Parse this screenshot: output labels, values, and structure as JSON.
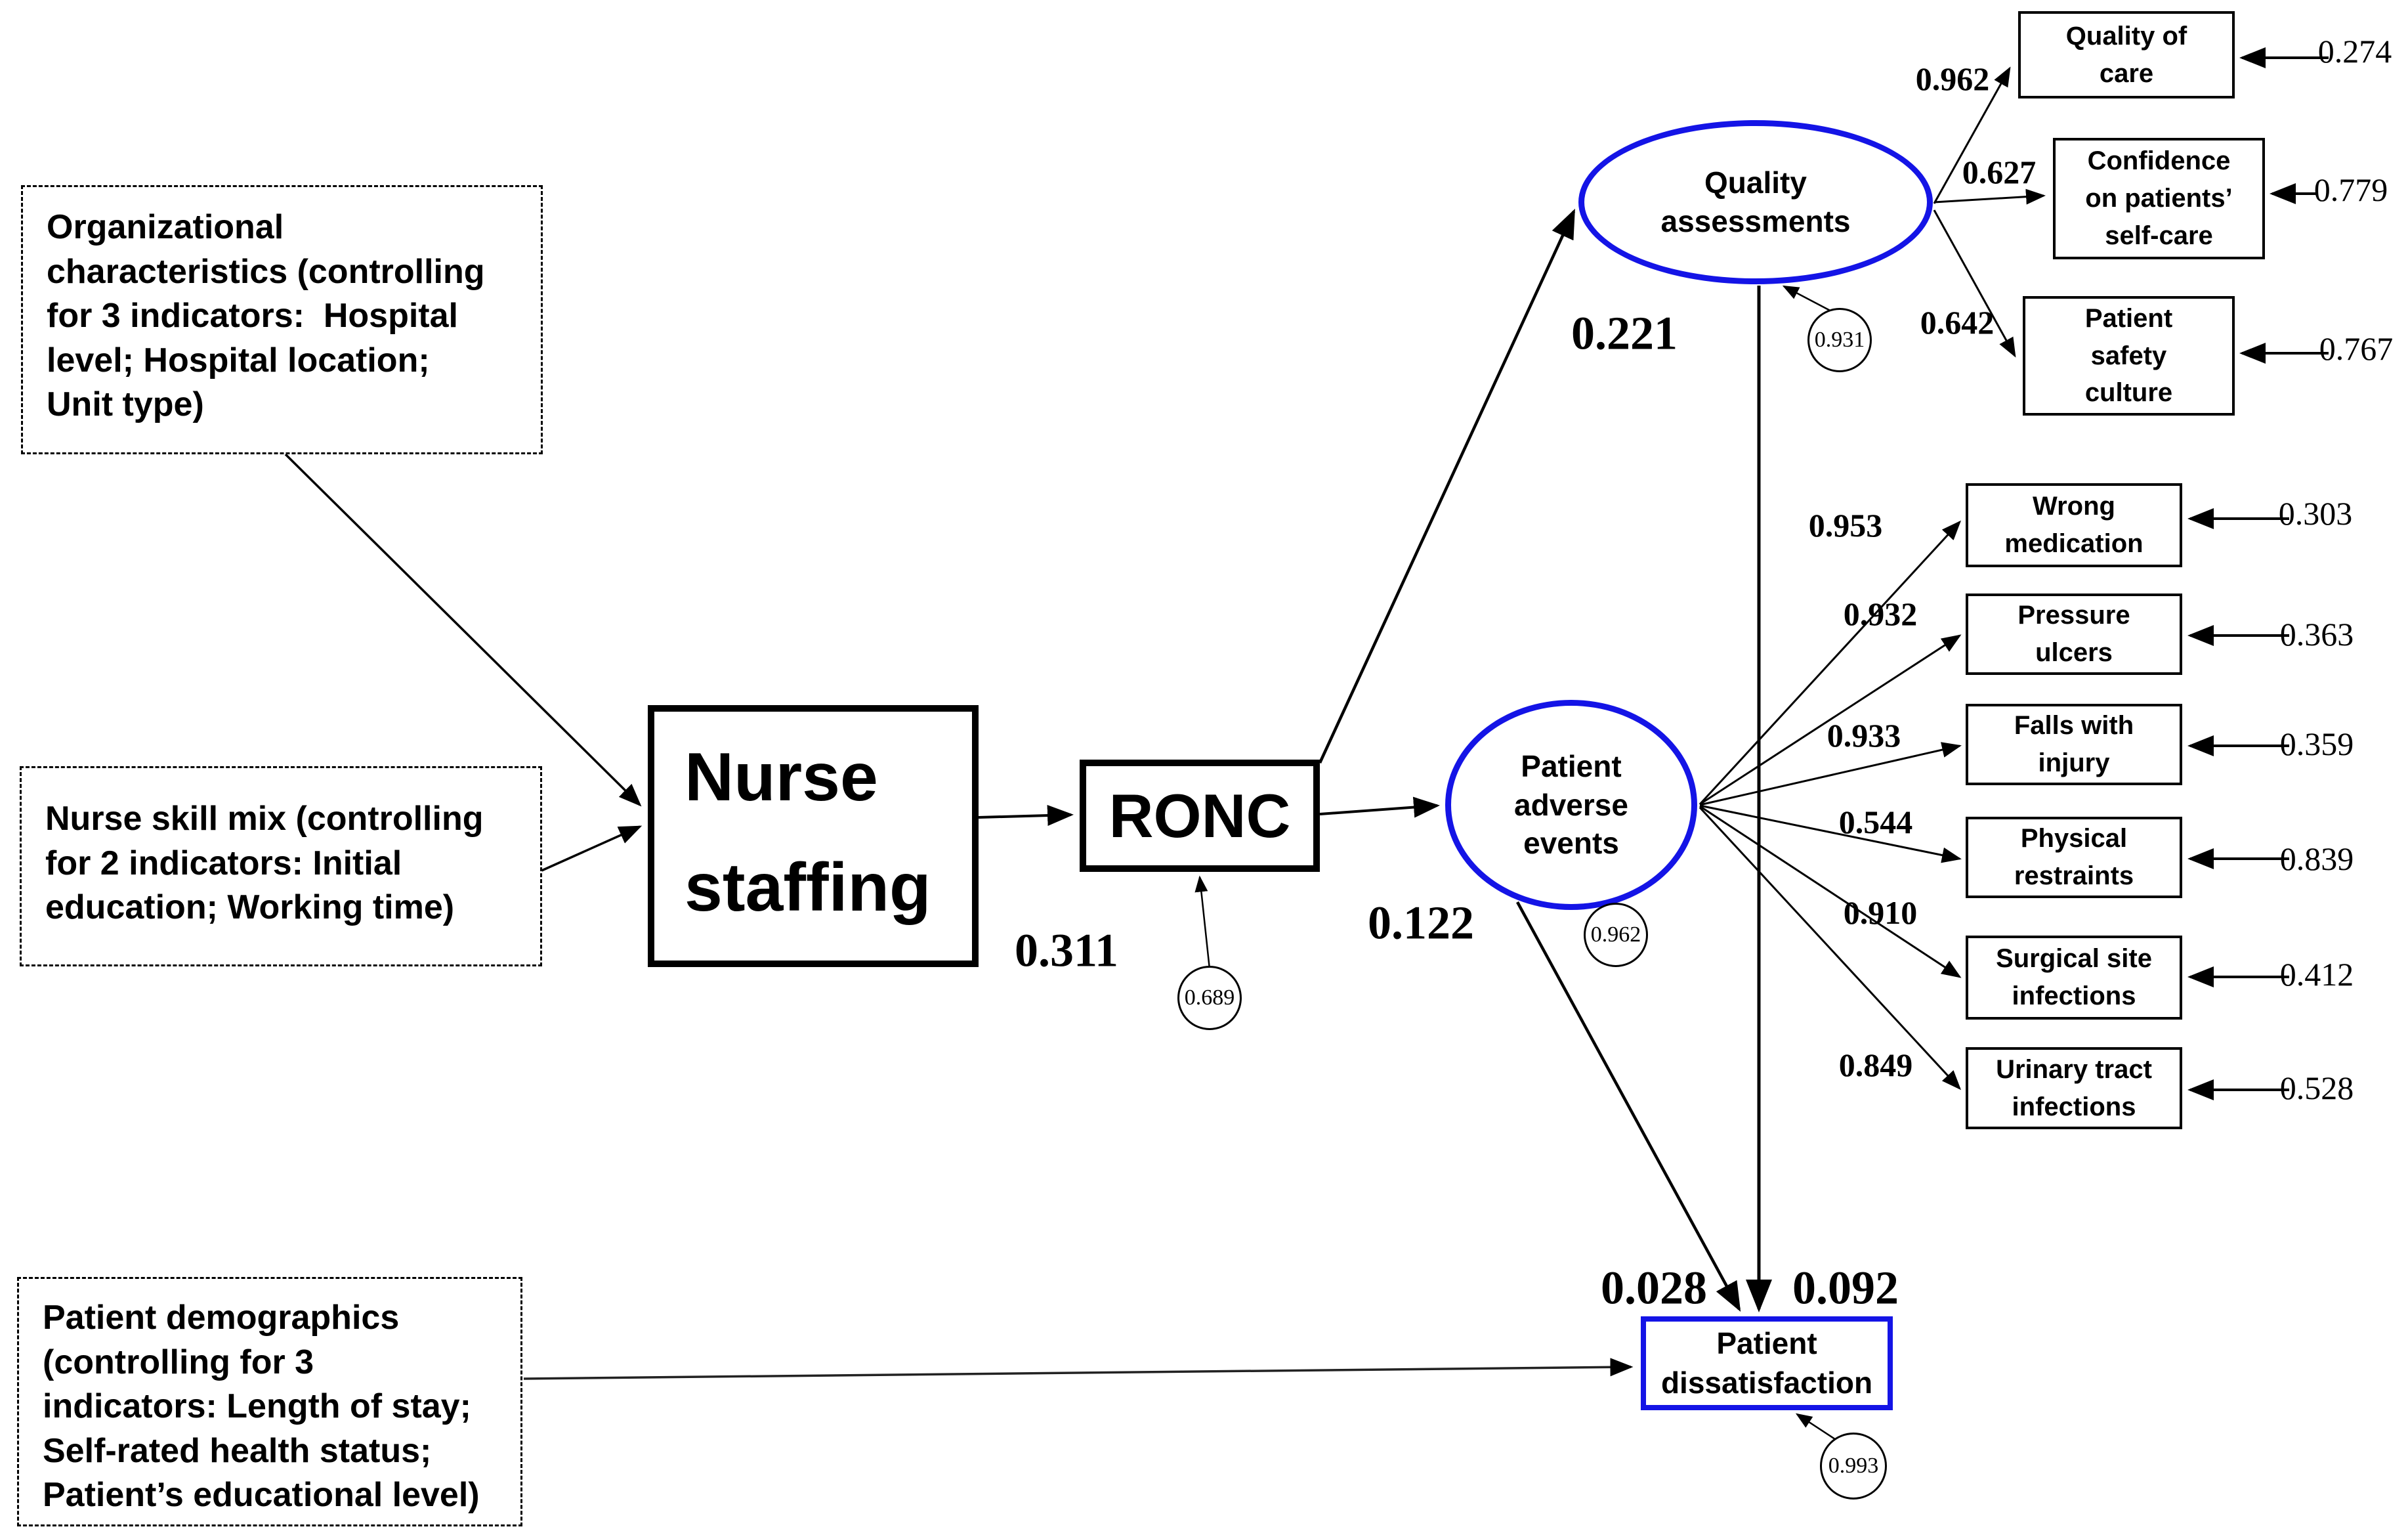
{
  "colors": {
    "latent_outline": "#1414e6",
    "line_color": "#000000",
    "background": "#ffffff"
  },
  "nodes": {
    "organizational": {
      "label": "Organizational\ncharacteristics (controlling\nfor 3 indicators:  Hospital\nlevel; Hospital location;\nUnit type)"
    },
    "nurse_skill_mix": {
      "label": "Nurse skill mix (controlling\nfor 2 indicators: Initial\neducation; Working time)"
    },
    "patient_demographics": {
      "label": "Patient demographics\n(controlling for 3\nindicators: Length of stay;\nSelf-rated health status;\nPatient’s educational level)"
    },
    "nurse_staffing": {
      "label": "Nurse\nstaffing"
    },
    "ronc": {
      "label": "RONC",
      "residual": "0.689"
    },
    "quality_assessments": {
      "label": "Quality\nassessments",
      "residual": "0.931"
    },
    "patient_adverse_events": {
      "label": "Patient\nadverse\nevents",
      "residual": "0.962"
    },
    "patient_dissatisfaction": {
      "label": "Patient\ndissatisfaction",
      "residual": "0.993"
    }
  },
  "paths": {
    "staffing_to_ronc": {
      "from": "Nurse staffing",
      "to": "RONC",
      "value": "0.311"
    },
    "ronc_to_quality": {
      "from": "RONC",
      "to": "Quality assessments",
      "value": "0.221"
    },
    "ronc_to_adverse": {
      "from": "RONC",
      "to": "Patient adverse events",
      "value": "0.122"
    },
    "adverse_to_dissatisfaction": {
      "from": "Patient adverse events",
      "to": "Patient dissatisfaction",
      "value": "0.028"
    },
    "quality_to_dissatisfaction": {
      "from": "Quality assessments",
      "to": "Patient dissatisfaction",
      "value": "0.092"
    }
  },
  "indicators": {
    "quality_of_care": {
      "label": "Quality of\ncare",
      "loading": "0.962",
      "error": "0.274"
    },
    "confidence_self_care": {
      "label": "Confidence\non patients’\nself-care",
      "loading": "0.627",
      "error": "0.779"
    },
    "patient_safety_culture": {
      "label": "Patient\nsafety\nculture",
      "loading": "0.642",
      "error": "0.767"
    },
    "wrong_medication": {
      "label": "Wrong\nmedication",
      "loading": "0.953",
      "error": "0.303"
    },
    "pressure_ulcers": {
      "label": "Pressure\nulcers",
      "loading": "0.932",
      "error": "0.363"
    },
    "falls_with_injury": {
      "label": "Falls with\ninjury",
      "loading": "0.933",
      "error": "0.359"
    },
    "physical_restraints": {
      "label": "Physical\nrestraints",
      "loading": "0.544",
      "error": "0.839"
    },
    "surgical_site_infections": {
      "label": "Surgical site\ninfections",
      "loading": "0.910",
      "error": "0.412"
    },
    "urinary_tract_infections": {
      "label": "Urinary tract\ninfections",
      "loading": "0.849",
      "error": "0.528"
    }
  }
}
